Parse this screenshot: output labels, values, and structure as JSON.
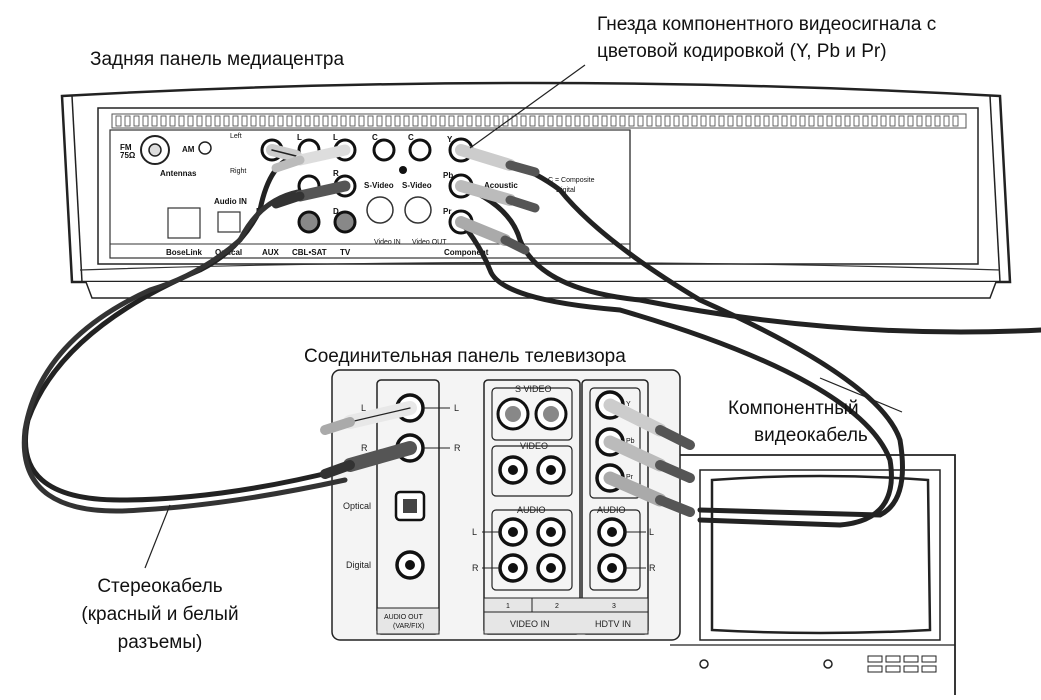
{
  "captions": {
    "media_center": "Задняя панель медиацентра",
    "component_jacks": [
      "Гнезда компонентного видеосигнала с",
      "цветовой кодировкой (Y, Pb и Pr)"
    ],
    "tv_panel": "Соединительная панель телевизора",
    "component_cable": [
      "Компонентный",
      "видеокабель"
    ],
    "stereo_cable": [
      "Стереокабель",
      "(красный и белый",
      "разъемы)"
    ]
  },
  "media_center_labels": {
    "antennas": "Antennas",
    "fm": "FM",
    "fm_ohm": "75Ω",
    "am": "AM",
    "left": "Left",
    "right": "Right",
    "audio_in": "Audio IN",
    "optical": "Optical",
    "aux": "AUX",
    "cbl_sat": "CBL•SAT",
    "tv": "TV",
    "boselink": "BoseLink",
    "s_video": "S-Video",
    "video_in": "Video IN",
    "video_out": "Video OUT",
    "component": "Component",
    "acoustic": "Acoustic",
    "c_composite": "C = Composite",
    "digital": "Digital",
    "y": "Y",
    "pb": "Pb",
    "pr": "Pr",
    "l": "L",
    "r": "R",
    "c": "C",
    "d": "D"
  },
  "tv_labels": {
    "s_video": "S VIDEO",
    "video": "VIDEO",
    "audio": "AUDIO",
    "optical": "Optical",
    "digital": "Digital",
    "audio_out": "AUDIO OUT",
    "var_fix": "(VAR/FIX)",
    "video_in": "VIDEO IN",
    "hdtv_in": "HDTV IN",
    "n1": "1",
    "n2": "2",
    "n3": "3",
    "l": "L",
    "r": "R",
    "y": "Y",
    "pb": "Pb",
    "pr": "Pr"
  }
}
